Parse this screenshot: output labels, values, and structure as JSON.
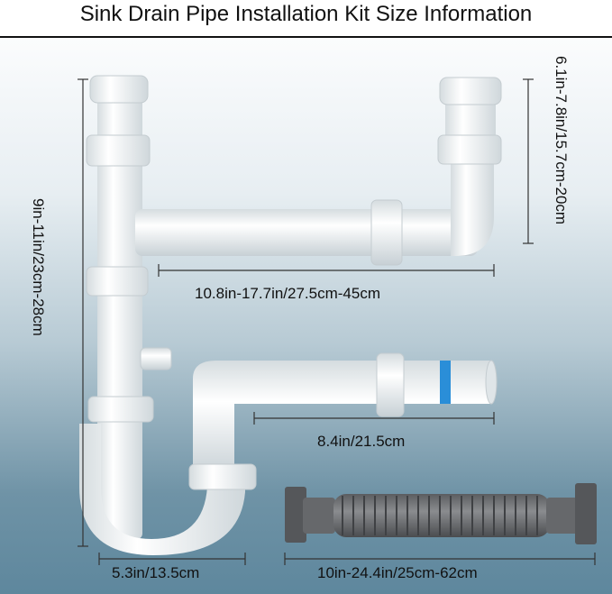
{
  "title": "Sink Drain Pipe Installation Kit Size Information",
  "dimensions": {
    "upper_horizontal": "10.8in-17.7in/27.5cm-45cm",
    "right_vertical": "6.1in-7.8in/15.7cm-20cm",
    "left_vertical": "9in-11in/23cm-28cm",
    "lower_horizontal": "8.4in/21.5cm",
    "trap_width": "5.3in/13.5cm",
    "flexible_hose": "10in-24.4in/25cm-62cm"
  },
  "colors": {
    "pipe": "#f4f6f7",
    "pipe_shadow": "#c9d2d7",
    "hose": "#6b6d70",
    "blue_band": "#2a8ed8",
    "dimension_line": "#333333"
  }
}
